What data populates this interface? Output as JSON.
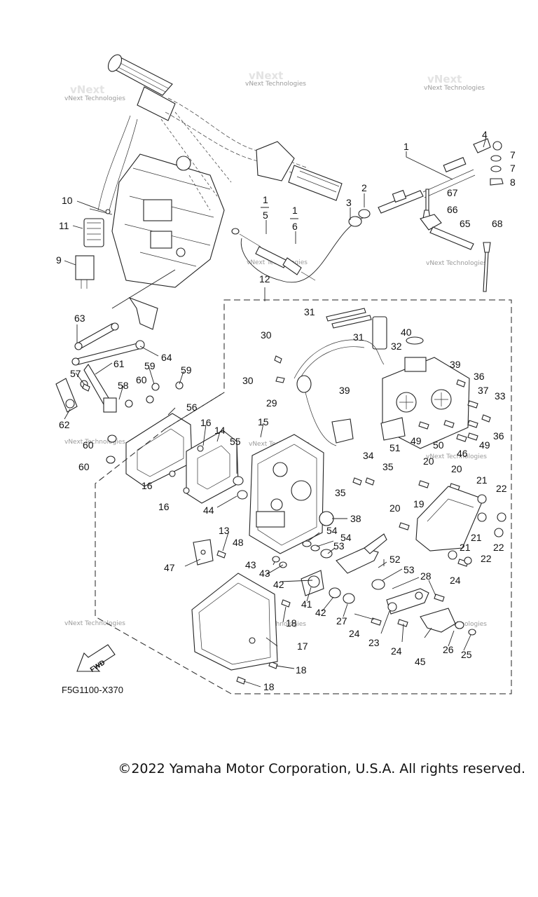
{
  "diagram_code": "F5G1100-X370",
  "fwd_label": "FWD",
  "watermark": "vNext Technologies",
  "copyright": "©2022 Yamaha Motor Corporation, U.S.A. All rights reserved.",
  "callouts": {
    "c1": "1",
    "c1a": "1",
    "c1b": "1",
    "c2": "2",
    "c3": "3",
    "c4": "4",
    "c5": "5",
    "c6": "6",
    "c7a": "7",
    "c7b": "7",
    "c8": "8",
    "c9": "9",
    "c10": "10",
    "c11": "11",
    "c12": "12",
    "c13": "13",
    "c14": "14",
    "c15": "15",
    "c16a": "16",
    "c16b": "16",
    "c16c": "16",
    "c17": "17",
    "c18a": "18",
    "c18b": "18",
    "c18c": "18",
    "c19": "19",
    "c20a": "20",
    "c20b": "20",
    "c20c": "20",
    "c21a": "21",
    "c21b": "21",
    "c21c": "21",
    "c22a": "22",
    "c22b": "22",
    "c22c": "22",
    "c23": "23",
    "c24a": "24",
    "c24b": "24",
    "c24c": "24",
    "c25": "25",
    "c26": "26",
    "c27": "27",
    "c28": "28",
    "c29": "29",
    "c30a": "30",
    "c30b": "30",
    "c31a": "31",
    "c31b": "31",
    "c32": "32",
    "c33": "33",
    "c34": "34",
    "c35a": "35",
    "c35b": "35",
    "c36a": "36",
    "c36b": "36",
    "c37": "37",
    "c38": "38",
    "c39a": "39",
    "c39b": "39",
    "c40": "40",
    "c41": "41",
    "c42a": "42",
    "c42b": "42",
    "c43a": "43",
    "c43b": "43",
    "c44": "44",
    "c45": "45",
    "c46": "46",
    "c47": "47",
    "c48": "48",
    "c49a": "49",
    "c49b": "49",
    "c50": "50",
    "c51": "51",
    "c52": "52",
    "c53a": "53",
    "c53b": "53",
    "c54a": "54",
    "c54b": "54",
    "c55": "55",
    "c56": "56",
    "c57": "57",
    "c58": "58",
    "c59a": "59",
    "c59b": "59",
    "c60a": "60",
    "c60b": "60",
    "c60c": "60",
    "c61": "61",
    "c62": "62",
    "c63": "63",
    "c64": "64",
    "c65": "65",
    "c66": "66",
    "c67": "67",
    "c68": "68"
  }
}
